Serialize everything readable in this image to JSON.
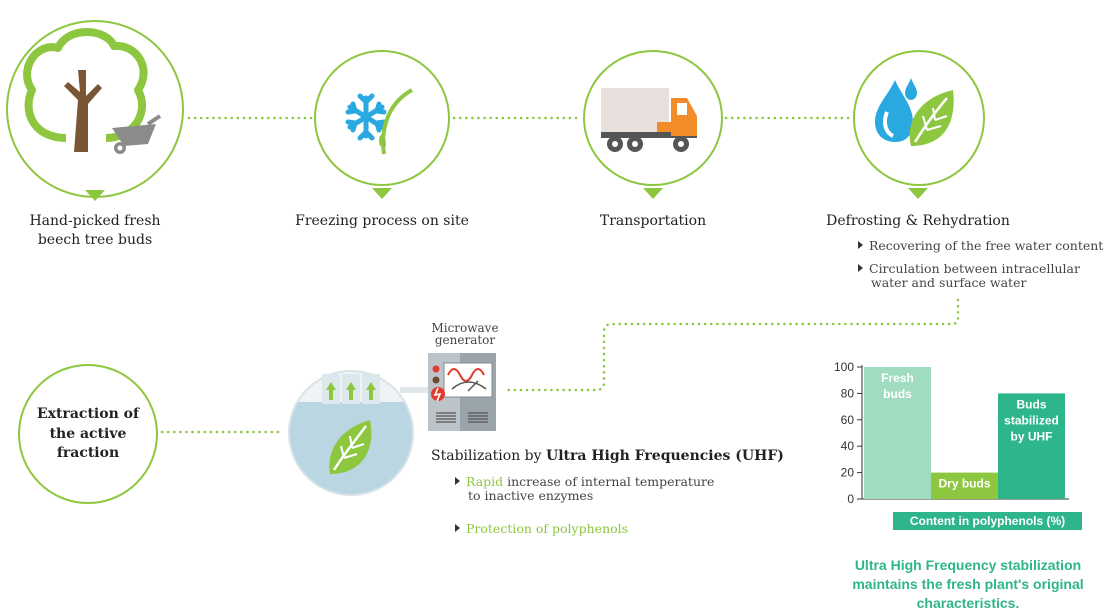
{
  "steps": [
    {
      "label_line1": "Hand-picked fresh",
      "label_line2": "beech tree buds",
      "icon": "tree-with-wheelbarrow-icon"
    },
    {
      "label_line1": "Freezing process on site",
      "icon": "snowflake-icon"
    },
    {
      "label_line1": "Transportation",
      "icon": "truck-icon"
    },
    {
      "label_line1": "Defrosting & Rehydration",
      "icon": "water-drops-leaf-icon"
    }
  ],
  "rehydration_bullets": [
    {
      "line1": "Recovering of the free water content"
    },
    {
      "line1": "Circulation between intracellular",
      "line2": "water and surface water"
    }
  ],
  "microwave_label_line1": "Microwave",
  "microwave_label_line2": "generator",
  "extraction": {
    "line1": "Extraction of",
    "line2": "the active",
    "line3": "fraction"
  },
  "uhf": {
    "title_prefix": "Stabilization by ",
    "title_bold": "Ultra High Frequencies (UHF)",
    "bullet1_highlight": "Rapid",
    "bullet1_rest": " increase of internal temperature",
    "bullet1_line2": "to inactive enzymes",
    "bullet2": "Protection of polyphenols"
  },
  "chart_data": {
    "type": "bar",
    "categories": [
      "Fresh buds",
      "Dry buds",
      "Buds stabilized by UHF"
    ],
    "bar_text": [
      [
        "Fresh",
        "buds"
      ],
      [
        "Dry buds"
      ],
      [
        "Buds",
        "stabilized",
        "by UHF"
      ]
    ],
    "values": [
      100,
      20,
      80
    ],
    "ylim": [
      0,
      100
    ],
    "yticks": [
      0,
      20,
      40,
      60,
      80,
      100
    ],
    "xlabel": "Content in polyphenols (%)",
    "colors": [
      "#a0dcc0",
      "#8dc63f",
      "#2fb58b"
    ]
  },
  "conclusion": {
    "line1": "Ultra High Frequency stabilization",
    "line2": "maintains the fresh plant's original",
    "line3": "characteristics."
  }
}
